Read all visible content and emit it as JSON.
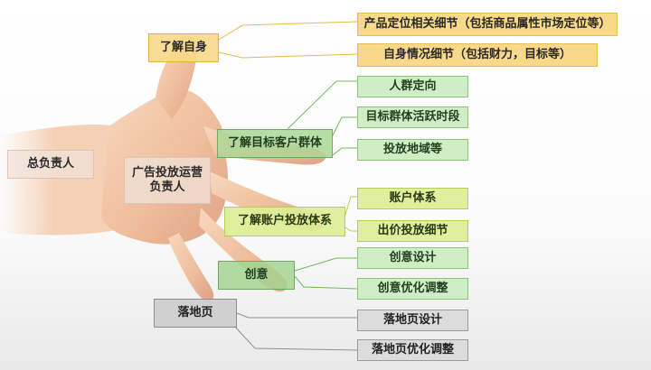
{
  "left_labels": {
    "manager": "总负责人",
    "ad_ops_manager": "广告投放运营\n负责人"
  },
  "categories": {
    "know_self": "了解自身",
    "know_audience": "了解目标客户群体",
    "know_account": "了解账户投放体系",
    "creative": "创意",
    "landing": "落地页"
  },
  "details": {
    "self_product": "产品定位相关细节（包括商品属性市场定位等）",
    "self_status": "自身情况细节（包括财力，目标等）",
    "audience_crowd": "人群定向",
    "audience_active": "目标群体活跃时段",
    "audience_region": "投放地域等",
    "account_system": "账户体系",
    "account_bid": "出价投放细节",
    "creative_design": "创意设计",
    "creative_optimize": "创意优化调整",
    "landing_design": "落地页设计",
    "landing_optimize": "落地页优化调整"
  },
  "colors": {
    "yellow": "#f8d98a",
    "green": "#cfeec5",
    "lime": "#dcee96",
    "grey": "#dcdcdc",
    "skin": "#f2c6a6",
    "line_yellow": "#e7b94a",
    "line_green": "#6cbf56",
    "line_lime": "#b6d24c",
    "line_grey": "#8e8e8e"
  }
}
